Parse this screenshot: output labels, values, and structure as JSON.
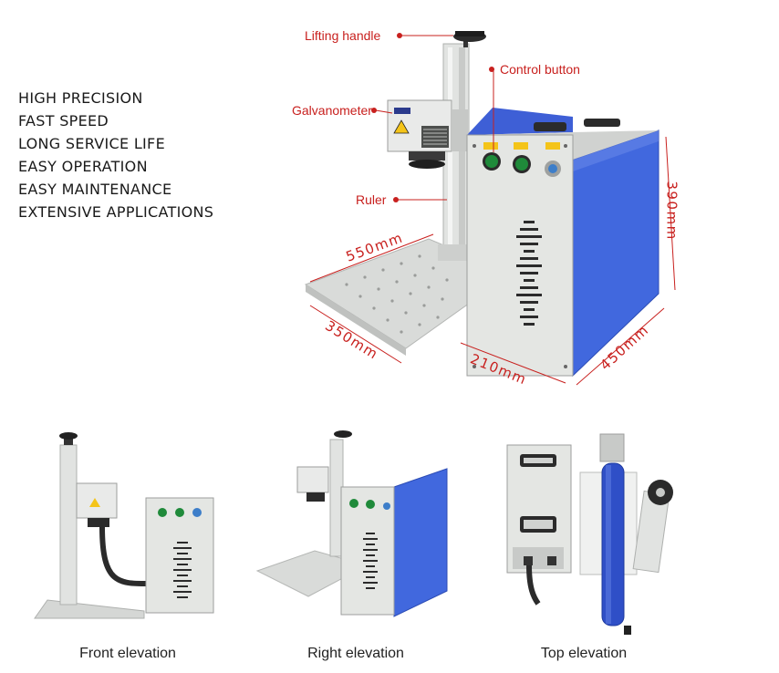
{
  "features": [
    "HIGH PRECISION",
    "FAST SPEED",
    "LONG SERVICE LIFE",
    "EASY OPERATION",
    "EASY MAINTENANCE",
    "EXTENSIVE APPLICATIONS"
  ],
  "callouts": {
    "lifting_handle": "Lifting handle",
    "control_button": "Control button",
    "galvanometer": "Galvanometer",
    "ruler": "Ruler"
  },
  "dimensions": {
    "base_width": "550mm",
    "base_depth": "350mm",
    "cabinet_height": "390mm",
    "cabinet_width": "210mm",
    "cabinet_depth": "450mm"
  },
  "captions": {
    "front": "Front elevation",
    "right": "Right elevation",
    "top": "Top elevation"
  },
  "colors": {
    "accent_red": "#c8201e",
    "panel_blue": "#3e5fd6",
    "cabinet_grey": "#e4e6e3",
    "button_green": "#1f8a3a"
  }
}
